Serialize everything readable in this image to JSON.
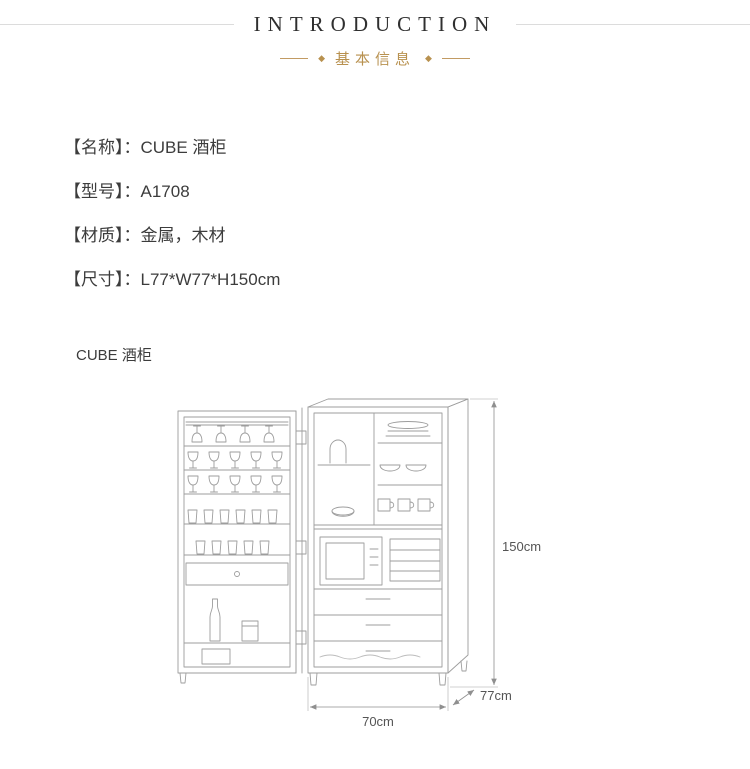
{
  "header": {
    "title": "INTRODUCTION",
    "subtitle": "基本信息",
    "diamond_icon": "◆"
  },
  "specs": [
    {
      "label": "【名称】：",
      "value": "CUBE 酒柜"
    },
    {
      "label": "【型号】：",
      "value": "A1708"
    },
    {
      "label": "【材质】：",
      "value": "金属，木材"
    },
    {
      "label": "【尺寸】：",
      "value": "L77*W77*H150cm"
    }
  ],
  "figure": {
    "caption": "CUBE 酒柜",
    "dimensions": {
      "height": "150cm",
      "width": "70cm",
      "depth": "77cm"
    }
  },
  "colors": {
    "accent_gold": "#b8914f",
    "sketch_gray": "#9d9d9d",
    "dimension_gray": "#8f8f8f",
    "text_dark": "#3c3c3c"
  }
}
